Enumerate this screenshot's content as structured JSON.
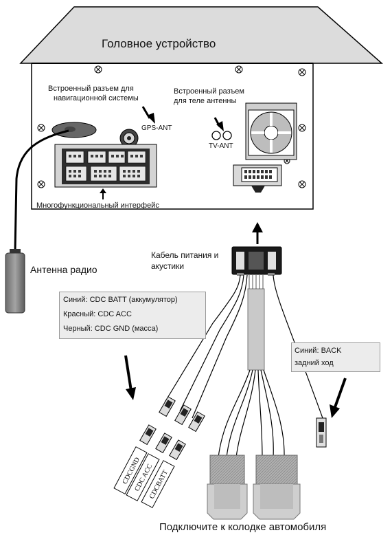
{
  "title": "Головное устройство",
  "labels": {
    "nav_connector": [
      "Встроенный разъем для",
      "навигационной системы"
    ],
    "tv_connector": [
      "Встроенный разъем",
      "для теле антенны"
    ],
    "gps_ant": "GPS-ANT",
    "tv_ant": "TV-ANT",
    "multi_interface": "Многофункциональный интерфейс",
    "radio_antenna": "Антенна радио",
    "power_cable": [
      "Кабель питания и",
      "акустики"
    ],
    "bottom_caption": "Подключите к колодке автомобиля"
  },
  "cdc_box": {
    "lines": [
      "Синий: CDC BATT (аккумулятор)",
      "Красный: CDC ACC",
      "Черный: CDC GND (масса)"
    ]
  },
  "back_box": {
    "lines": [
      "Синий: BACK",
      "задний ход"
    ]
  },
  "wire_tags": [
    "CDCGND",
    "CDC ACC",
    "CDCBATT"
  ]
}
